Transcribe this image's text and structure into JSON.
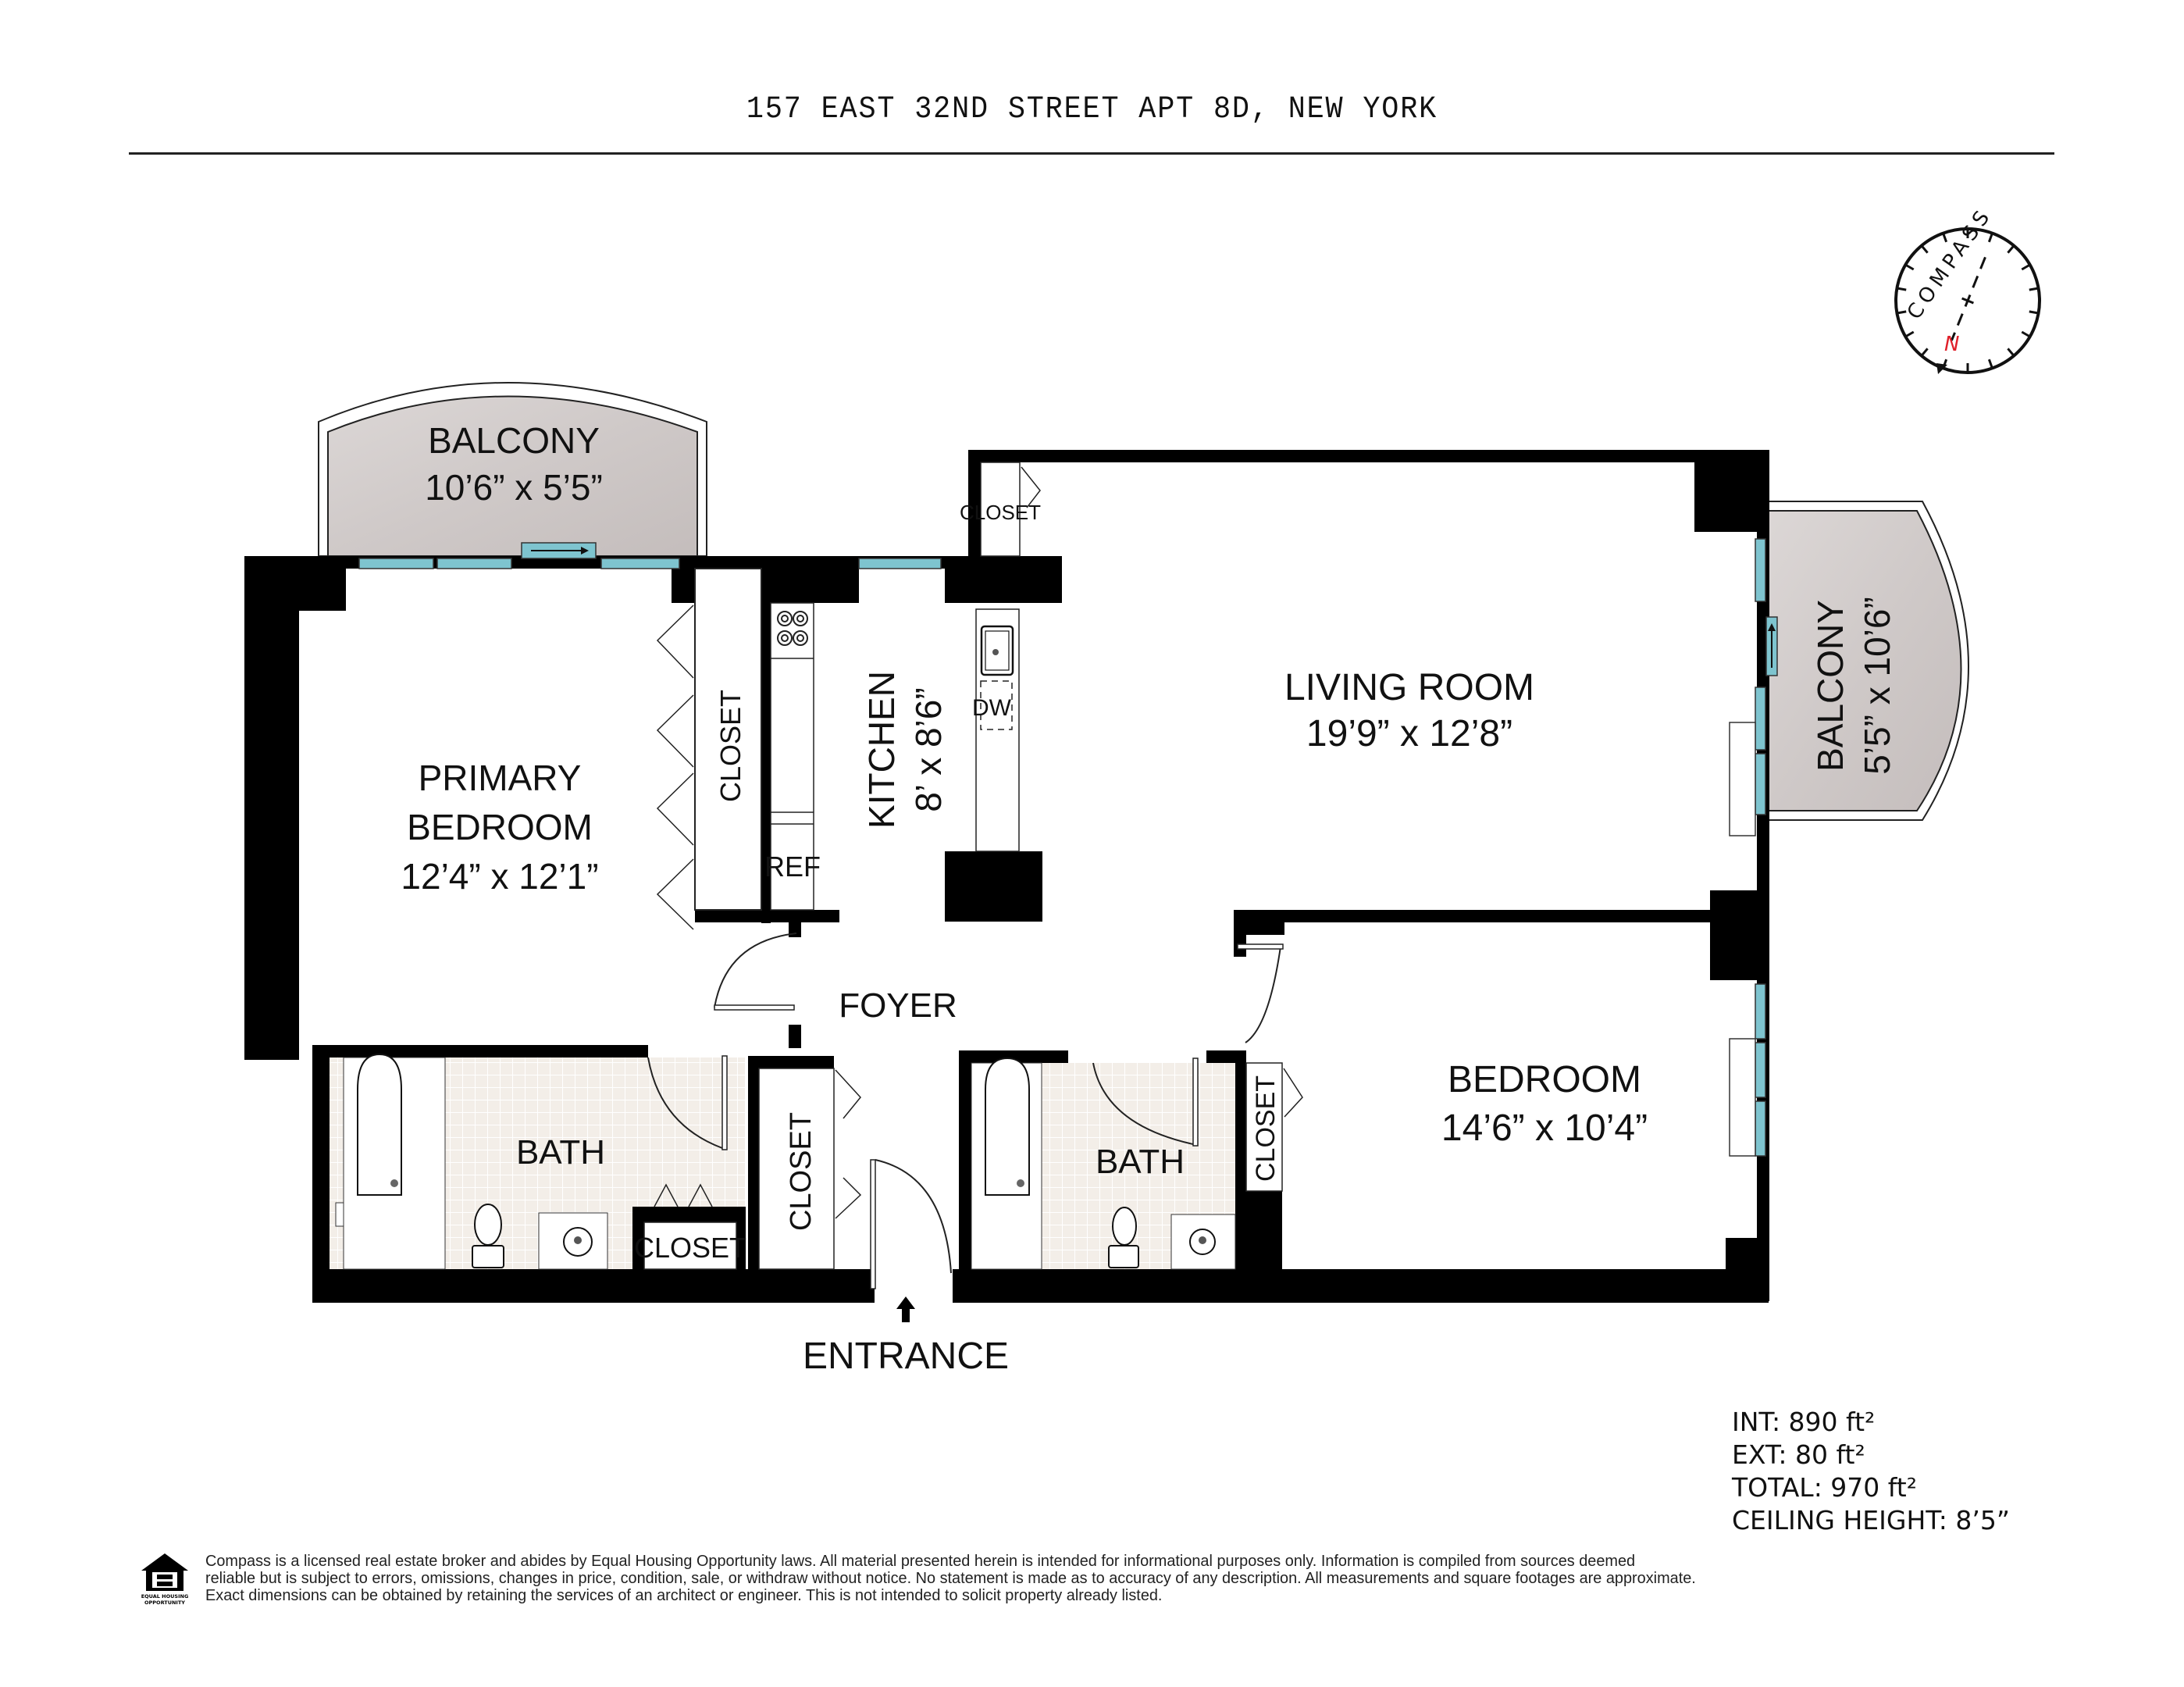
{
  "header": {
    "title": "157 EAST 32ND STREET APT 8D, NEW YORK"
  },
  "compass": {
    "label": "COMPASS",
    "north_label": "N",
    "north_color": "#e0202a"
  },
  "rooms": {
    "balcony_top": {
      "name": "BALCONY",
      "dims": "10’6” x 5’5”"
    },
    "balcony_right": {
      "name": "BALCONY",
      "dims": "5’5” x 10’6”"
    },
    "primary_bedroom": {
      "name_line1": "PRIMARY",
      "name_line2": "BEDROOM",
      "dims": "12’4” x 12’1”"
    },
    "kitchen": {
      "name": "KITCHEN",
      "dims": "8’ x 8’6”"
    },
    "living_room": {
      "name": "LIVING ROOM",
      "dims": "19’9” x 12’8”"
    },
    "bedroom": {
      "name": "BEDROOM",
      "dims": "14’6” x 10’4”"
    },
    "foyer": {
      "name": "FOYER"
    },
    "bath_primary": {
      "name": "BATH"
    },
    "bath_second": {
      "name": "BATH"
    },
    "entrance": {
      "name": "ENTRANCE"
    }
  },
  "closets": {
    "living_closet": "CLOSET",
    "primary_closet": "CLOSET",
    "bath_closet": "CLOSET",
    "foyer_closet": "CLOSET",
    "bedroom_closet": "CLOSET"
  },
  "appliances": {
    "refrigerator": "REF",
    "dishwasher": "DW"
  },
  "stats": {
    "interior": "INT: 890 ft²",
    "exterior": "EXT: 80 ft²",
    "total": "TOTAL: 970 ft²",
    "ceiling": "CEILING HEIGHT: 8’5”"
  },
  "footer": {
    "eho_line1": "EQUAL HOUSING",
    "eho_line2": "OPPORTUNITY",
    "disclaimer_line1": "Compass is a licensed real estate broker and abides by Equal Housing Opportunity laws. All material presented herein is intended for informational purposes only. Information is compiled from sources deemed",
    "disclaimer_line2": "reliable but is subject to errors, omissions, changes in price, condition, sale, or withdraw without notice. No statement is made as to accuracy of any description. All measurements and square footages are approximate.",
    "disclaimer_line3": "Exact dimensions can be obtained by retaining the services of an architect or engineer. This is not intended to solicit property already listed."
  },
  "colors": {
    "wall": "#000000",
    "window": "#7ec4cf",
    "balcony_fill": "#cdc7c6",
    "tile": "#f3eee8"
  }
}
